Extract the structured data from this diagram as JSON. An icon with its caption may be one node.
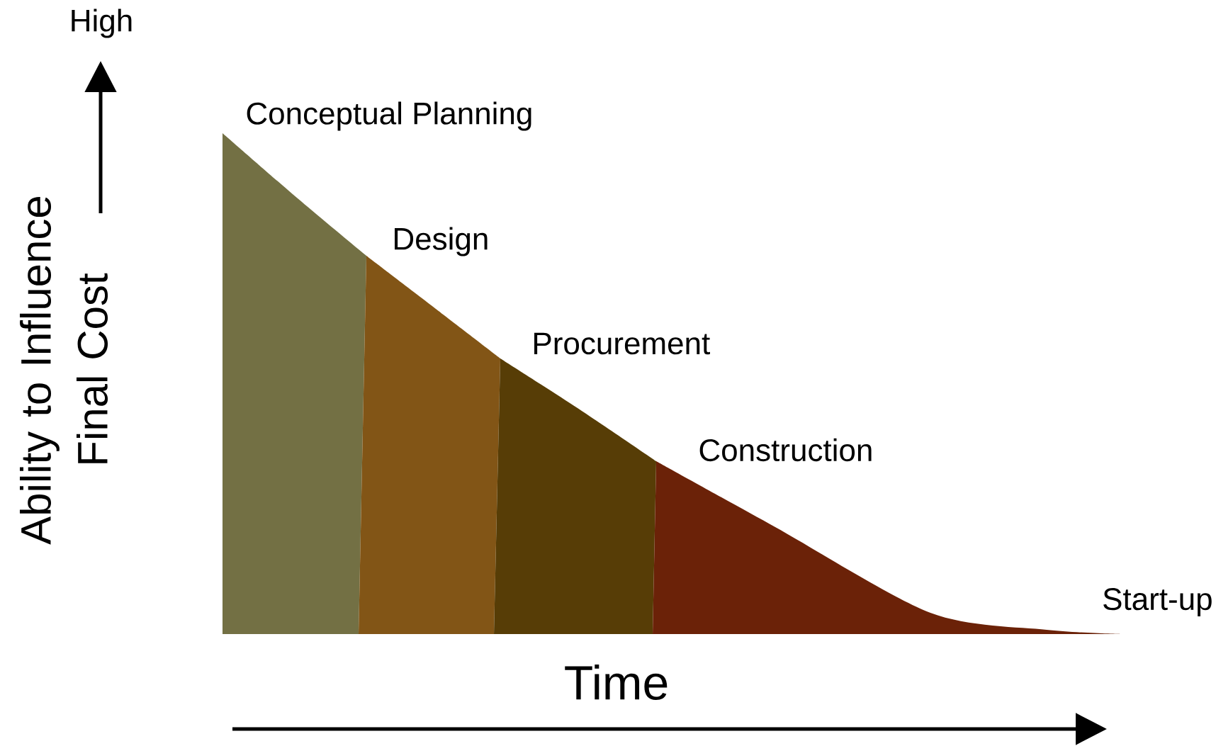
{
  "diagram": {
    "nodes": [
      {
        "text": [
          "Conceptual Planning"
        ]
      },
      {
        "text": [
          "Design"
        ]
      },
      {
        "text": [
          "Procurement"
        ]
      },
      {
        "text": [
          "Construction"
        ]
      }
    ],
    "labels": [
      "High",
      "Ability to Influence Final Cost",
      "Start-up",
      "Time"
    ]
  }
}
